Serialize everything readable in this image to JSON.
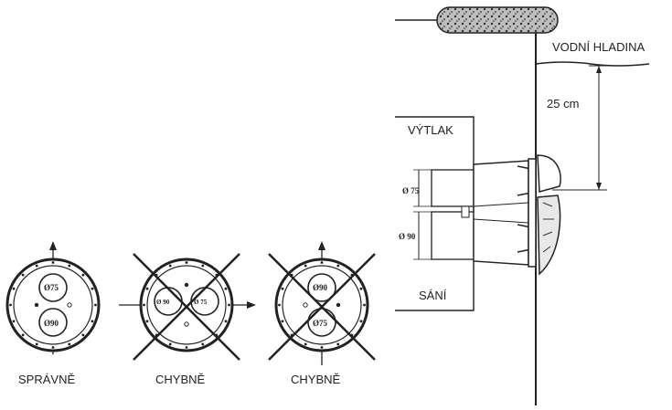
{
  "labels": {
    "water_level": "VODNÍ HLADINA",
    "depth": "25 cm",
    "outlet": "VÝTLAK",
    "inlet": "SÁNÍ",
    "pipe_outlet_dia": "Ø 75",
    "pipe_inlet_dia": "Ø 90"
  },
  "variants": [
    {
      "caption": "SPRÁVNĚ",
      "top": "Ø75",
      "bottom": "Ø90",
      "crossed": false
    },
    {
      "caption": "CHYBNĚ",
      "left": "Ø 90",
      "right": "Ø 75",
      "crossed": true
    },
    {
      "caption": "CHYBNĚ",
      "top": "Ø90",
      "bottom": "Ø75",
      "crossed": true
    }
  ]
}
